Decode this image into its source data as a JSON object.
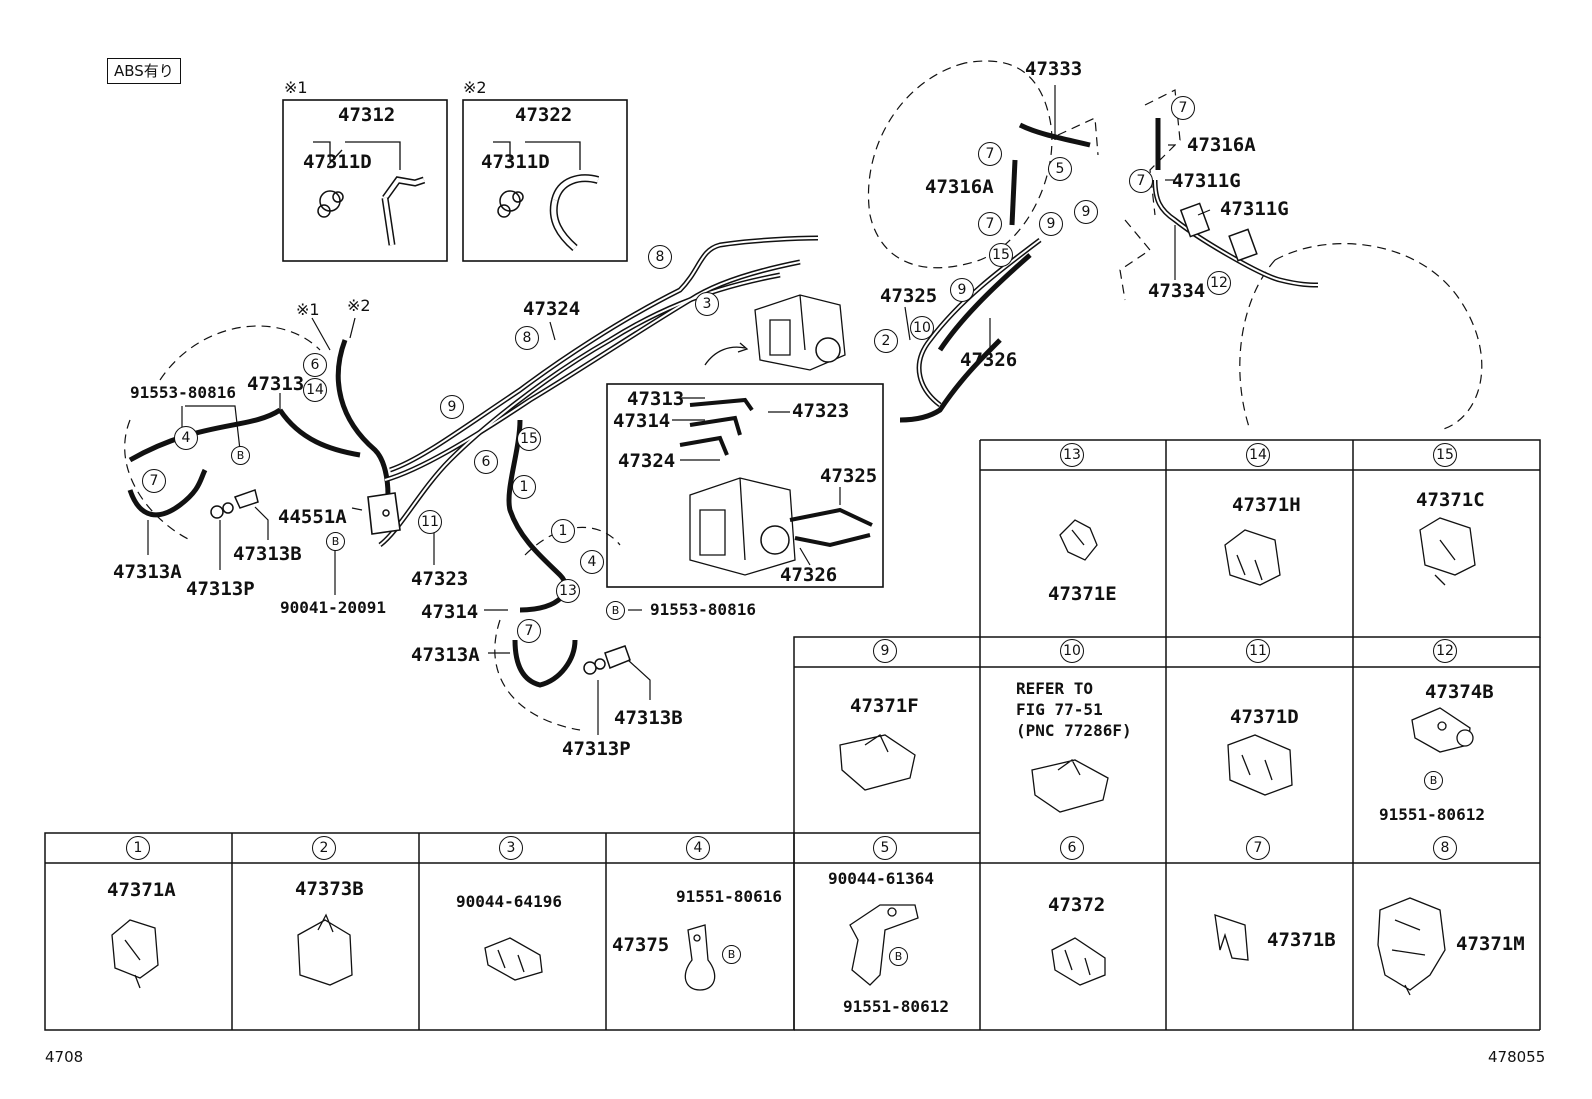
{
  "header": {
    "tag": "ABS有り"
  },
  "footer": {
    "left": "4708",
    "right": "478055"
  },
  "inset_boxes": [
    {
      "mark": "※1",
      "title": "47312",
      "sub": "47311D"
    },
    {
      "mark": "※2",
      "title": "47322",
      "sub": "47311D"
    }
  ],
  "main_labels": {
    "p47333": "47333",
    "p47316A_top": "47316A",
    "p47316A_mid": "47316A",
    "p47311G_a": "47311G",
    "p47311G_b": "47311G",
    "p47334": "47334",
    "p47325": "47325",
    "p47326": "47326",
    "p47324": "47324",
    "p47313_left": "47313",
    "p91553_left": "91553-80816",
    "p44551A": "44551A",
    "p47313A_left": "47313A",
    "p47313P_left": "47313P",
    "p47313B_left": "47313B",
    "p90041": "90041-20091",
    "p47323_left": "47323",
    "p47314": "47314",
    "p91553_mid": "91553-80816",
    "p47313A_mid": "47313A",
    "p47313B_mid": "47313B",
    "p47313P_mid": "47313P",
    "mark1": "※1",
    "mark2": "※2"
  },
  "abs_inset": {
    "p47313": "47313",
    "p47314": "47314",
    "p47323": "47323",
    "p47324": "47324",
    "p47325": "47325",
    "p47326": "47326"
  },
  "callouts": {
    "c7a": "7",
    "c7b": "7",
    "c7c": "7",
    "c7d": "7",
    "c5": "5",
    "c9a": "9",
    "c9b": "9",
    "c15a": "15",
    "c9c": "9",
    "c10": "10",
    "c2": "2",
    "c12": "12",
    "c8a": "8",
    "c3": "3",
    "c8b": "8",
    "c6a": "6",
    "c14": "14",
    "c4a": "4",
    "c7e": "7",
    "c9d": "9",
    "c15b": "15",
    "c1a": "1",
    "c6b": "6",
    "c11": "11",
    "c1b": "1",
    "c4b": "4",
    "c13": "13",
    "c7f": "7"
  },
  "b_marks": {
    "b1": "B",
    "b2": "B",
    "b3": "B"
  },
  "clip_table": {
    "top_row": [
      {
        "num": "13",
        "part": "47371E"
      },
      {
        "num": "14",
        "part": "47371H"
      },
      {
        "num": "15",
        "part": "47371C"
      }
    ],
    "mid_row": [
      {
        "num": "9",
        "part": "47371F"
      },
      {
        "num": "10",
        "note": "REFER TO\nFIG 77-51\n(PNC 77286F)"
      },
      {
        "num": "11",
        "part": "47371D"
      },
      {
        "num": "12",
        "part": "47374B",
        "sub": "91551-80612",
        "b": "B"
      }
    ],
    "bottom_row": [
      {
        "num": "1",
        "part": "47371A"
      },
      {
        "num": "2",
        "part": "47373B"
      },
      {
        "num": "3",
        "part": "90044-64196"
      },
      {
        "num": "4",
        "part": "47375",
        "sub": "91551-80616",
        "b": "B"
      },
      {
        "num": "5",
        "part": "90044-61364",
        "sub": "91551-80612",
        "b": "B"
      },
      {
        "num": "6",
        "part": "47372"
      },
      {
        "num": "7",
        "part": "47371B"
      },
      {
        "num": "8",
        "part": "47371M"
      }
    ]
  }
}
